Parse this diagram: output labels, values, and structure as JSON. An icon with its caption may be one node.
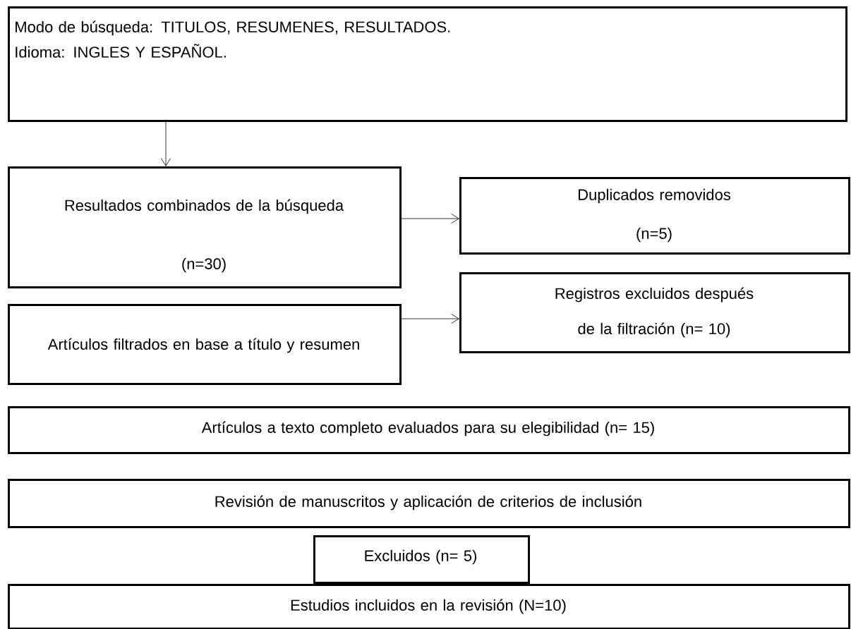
{
  "diagram": {
    "nodes": [
      {
        "text": [
          "Modo de búsqueda: TITULOS, RESUMENES, RESULTADOS.",
          "Idioma: INGLES Y ESPAÑOL."
        ]
      },
      {
        "text": [
          "Resultados combinados de la búsqueda",
          "(n=30)"
        ]
      },
      {
        "text": [
          "Duplicados removidos",
          "(n=5)"
        ]
      },
      {
        "text": [
          "Registros excluidos después de la filtración (n= 10)"
        ]
      },
      {
        "text": [
          "Artículos filtrados en base a título y resumen"
        ]
      },
      {
        "text": [
          "Artículos a texto completo evaluados para su elegibilidad (n= 15)"
        ]
      },
      {
        "text": [
          "Revisión de manuscritos y aplicación de criterios de inclusión"
        ]
      },
      {
        "text": [
          "Excluidos (n= 5)"
        ]
      },
      {
        "text": [
          "Estudios incluidos en la revisión (N=10)"
        ]
      }
    ],
    "edges": [
      {
        "from": 0,
        "to": 1,
        "arrow": "to"
      },
      {
        "from": 1,
        "to": 2,
        "arrow": "to"
      },
      {
        "from": 4,
        "to": 3,
        "arrow": "to"
      }
    ]
  }
}
